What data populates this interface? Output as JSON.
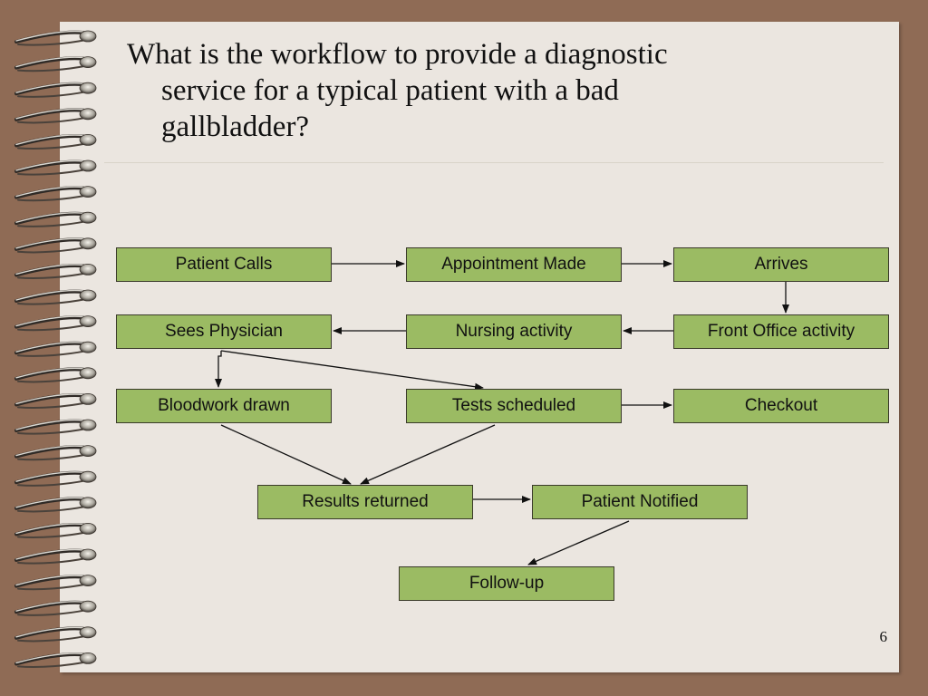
{
  "slide": {
    "title_lines": [
      "What is the workflow to provide a diagnostic",
      "service for a typical patient with a bad",
      "gallbladder?"
    ],
    "page_number": "6"
  },
  "nodes": {
    "patient_calls": "Patient Calls",
    "appointment_made": "Appointment Made",
    "arrives": "Arrives",
    "sees_physician": "Sees Physician",
    "nursing_activity": "Nursing activity",
    "front_office_activity": "Front Office activity",
    "bloodwork_drawn": "Bloodwork drawn",
    "tests_scheduled": "Tests scheduled",
    "checkout": "Checkout",
    "results_returned": "Results returned",
    "patient_notified": "Patient Notified",
    "follow_up": "Follow-up"
  },
  "edges": [
    {
      "from": "patient_calls",
      "to": "appointment_made"
    },
    {
      "from": "appointment_made",
      "to": "arrives"
    },
    {
      "from": "arrives",
      "to": "front_office_activity"
    },
    {
      "from": "front_office_activity",
      "to": "nursing_activity"
    },
    {
      "from": "nursing_activity",
      "to": "sees_physician"
    },
    {
      "from": "sees_physician",
      "to": "bloodwork_drawn"
    },
    {
      "from": "sees_physician",
      "to": "tests_scheduled"
    },
    {
      "from": "tests_scheduled",
      "to": "checkout"
    },
    {
      "from": "bloodwork_drawn",
      "to": "results_returned"
    },
    {
      "from": "tests_scheduled",
      "to": "results_returned"
    },
    {
      "from": "results_returned",
      "to": "patient_notified"
    },
    {
      "from": "patient_notified",
      "to": "follow_up"
    }
  ],
  "colors": {
    "background": "#8f6b55",
    "page": "#ebe6e0",
    "node_fill": "#9bbb63",
    "node_border": "#3a3a2a"
  },
  "decoration": {
    "binding_icon": "spiral-binding-icon"
  }
}
